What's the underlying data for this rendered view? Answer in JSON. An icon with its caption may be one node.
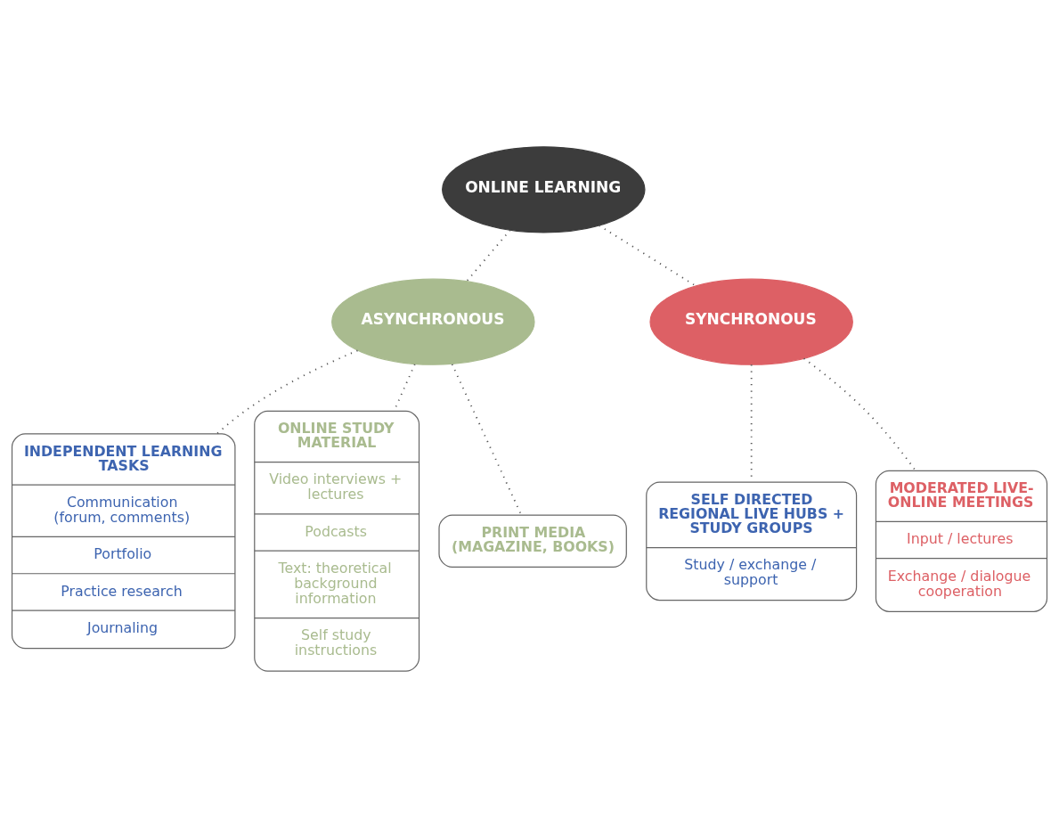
{
  "diagram": {
    "nodes": [
      {
        "text": [
          "ONLINE LEARNING"
        ]
      },
      {
        "text": [
          "ASYNCHRONOUS"
        ]
      },
      {
        "text": [
          "SYNCHRONOUS"
        ]
      },
      {
        "text": [
          "INDEPENDENT LEARNING TASKS",
          "Communication (forum, comments)",
          "Portfolio",
          "Practice research",
          "Journaling"
        ]
      },
      {
        "text": [
          "ONLINE STUDY MATERIAL",
          "Video interviews + lectures",
          "Podcasts",
          "Text: theoretical background information",
          "Self study instructions"
        ]
      },
      {
        "text": [
          "PRINT MEDIA (MAGAZINE, BOOKS)"
        ]
      },
      {
        "text": [
          "SELF DIRECTED REGIONAL LIVE HUBS + STUDY GROUPS",
          "Study / exchange / support"
        ]
      },
      {
        "text": [
          "MODERATED LIVE-ONLINE MEETINGS",
          "Input / lectures",
          "Exchange / dialogue cooperation"
        ]
      }
    ],
    "edges": [
      {
        "from": 0,
        "to": 1,
        "arrow": "none"
      },
      {
        "from": 0,
        "to": 2,
        "arrow": "none"
      },
      {
        "from": 1,
        "to": 3,
        "arrow": "none"
      },
      {
        "from": 1,
        "to": 4,
        "arrow": "none"
      },
      {
        "from": 1,
        "to": 5,
        "arrow": "none"
      },
      {
        "from": 2,
        "to": 6,
        "arrow": "none"
      },
      {
        "from": 2,
        "to": 7,
        "arrow": "none"
      }
    ]
  }
}
